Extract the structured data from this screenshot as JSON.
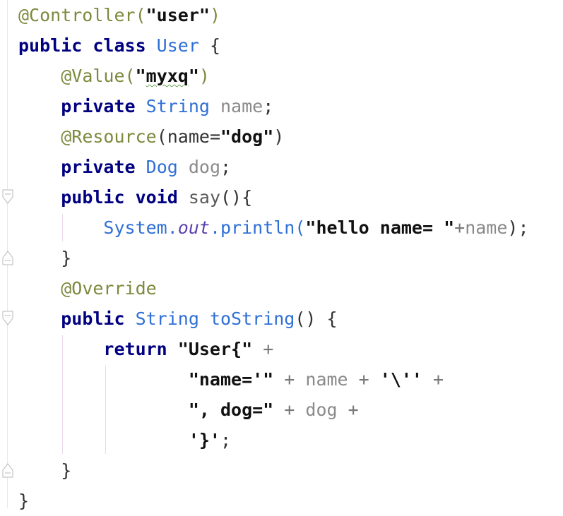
{
  "code": {
    "lines": [
      [
        {
          "t": "@Controller(",
          "c": "anno"
        },
        {
          "t": "\"user\"",
          "c": "str"
        },
        {
          "t": ")",
          "c": "anno"
        }
      ],
      [
        {
          "t": "public class ",
          "c": "kw"
        },
        {
          "t": "User",
          "c": "type"
        },
        {
          "t": " {",
          "c": "punc"
        }
      ],
      [
        {
          "t": "    ",
          "c": "punc"
        },
        {
          "t": "@Value(",
          "c": "anno"
        },
        {
          "t": "\"",
          "c": "str"
        },
        {
          "t": "myxq",
          "c": "str",
          "squiggle": true
        },
        {
          "t": "\"",
          "c": "str"
        },
        {
          "t": ")",
          "c": "anno"
        }
      ],
      [
        {
          "t": "    ",
          "c": "punc"
        },
        {
          "t": "private ",
          "c": "kw"
        },
        {
          "t": "String",
          "c": "type"
        },
        {
          "t": " name",
          "c": "field"
        },
        {
          "t": ";",
          "c": "punc"
        }
      ],
      [
        {
          "t": "    ",
          "c": "punc"
        },
        {
          "t": "@Resource",
          "c": "anno"
        },
        {
          "t": "(name=",
          "c": "punc"
        },
        {
          "t": "\"dog\"",
          "c": "str"
        },
        {
          "t": ")",
          "c": "punc"
        }
      ],
      [
        {
          "t": "    ",
          "c": "punc"
        },
        {
          "t": "private ",
          "c": "kw"
        },
        {
          "t": "Dog",
          "c": "type"
        },
        {
          "t": " dog",
          "c": "field"
        },
        {
          "t": ";",
          "c": "punc"
        }
      ],
      [
        {
          "t": "    ",
          "c": "punc"
        },
        {
          "t": "public void ",
          "c": "kw"
        },
        {
          "t": "say",
          "c": "method"
        },
        {
          "t": "(){",
          "c": "punc"
        }
      ],
      [
        {
          "t": "        ",
          "c": "punc"
        },
        {
          "t": "System.",
          "c": "call"
        },
        {
          "t": "out",
          "c": "static"
        },
        {
          "t": ".println(",
          "c": "call"
        },
        {
          "t": "\"hello name= \"",
          "c": "str"
        },
        {
          "t": "+",
          "c": "op"
        },
        {
          "t": "name",
          "c": "field"
        },
        {
          "t": ");",
          "c": "punc"
        }
      ],
      [
        {
          "t": "    }",
          "c": "punc"
        }
      ],
      [
        {
          "t": "    ",
          "c": "punc"
        },
        {
          "t": "@Override",
          "c": "anno"
        }
      ],
      [
        {
          "t": "    ",
          "c": "punc"
        },
        {
          "t": "public ",
          "c": "kw"
        },
        {
          "t": "String",
          "c": "type"
        },
        {
          "t": " toString",
          "c": "call"
        },
        {
          "t": "() {",
          "c": "punc"
        }
      ],
      [
        {
          "t": "        ",
          "c": "punc"
        },
        {
          "t": "return ",
          "c": "kw"
        },
        {
          "t": "\"User{\"",
          "c": "str"
        },
        {
          "t": " +",
          "c": "op"
        }
      ],
      [
        {
          "t": "                ",
          "c": "punc"
        },
        {
          "t": "\"name='\"",
          "c": "str"
        },
        {
          "t": " + ",
          "c": "op"
        },
        {
          "t": "name",
          "c": "field"
        },
        {
          "t": " + ",
          "c": "op"
        },
        {
          "t": "'\\''",
          "c": "str"
        },
        {
          "t": " +",
          "c": "op"
        }
      ],
      [
        {
          "t": "                ",
          "c": "punc"
        },
        {
          "t": "\", dog=\"",
          "c": "str"
        },
        {
          "t": " + ",
          "c": "op"
        },
        {
          "t": "dog",
          "c": "field"
        },
        {
          "t": " +",
          "c": "op"
        }
      ],
      [
        {
          "t": "                ",
          "c": "punc"
        },
        {
          "t": "'}'",
          "c": "str"
        },
        {
          "t": ";",
          "c": "punc"
        }
      ],
      [
        {
          "t": "    }",
          "c": "punc"
        }
      ],
      [
        {
          "t": "}",
          "c": "punc"
        }
      ]
    ]
  },
  "gutter": {
    "fold_markers": [
      {
        "line": 6,
        "kind": "fold-open-icon"
      },
      {
        "line": 8,
        "kind": "fold-close-icon"
      },
      {
        "line": 10,
        "kind": "fold-open-icon"
      },
      {
        "line": 15,
        "kind": "fold-close-icon"
      }
    ]
  },
  "colors": {
    "annotation": "#7c8a3e",
    "keyword": "#000080",
    "type": "#2f6fd6",
    "field": "#8a8a8a",
    "string": "#111111",
    "indent_guide": "#ecd7ec",
    "background": "#ffffff"
  }
}
